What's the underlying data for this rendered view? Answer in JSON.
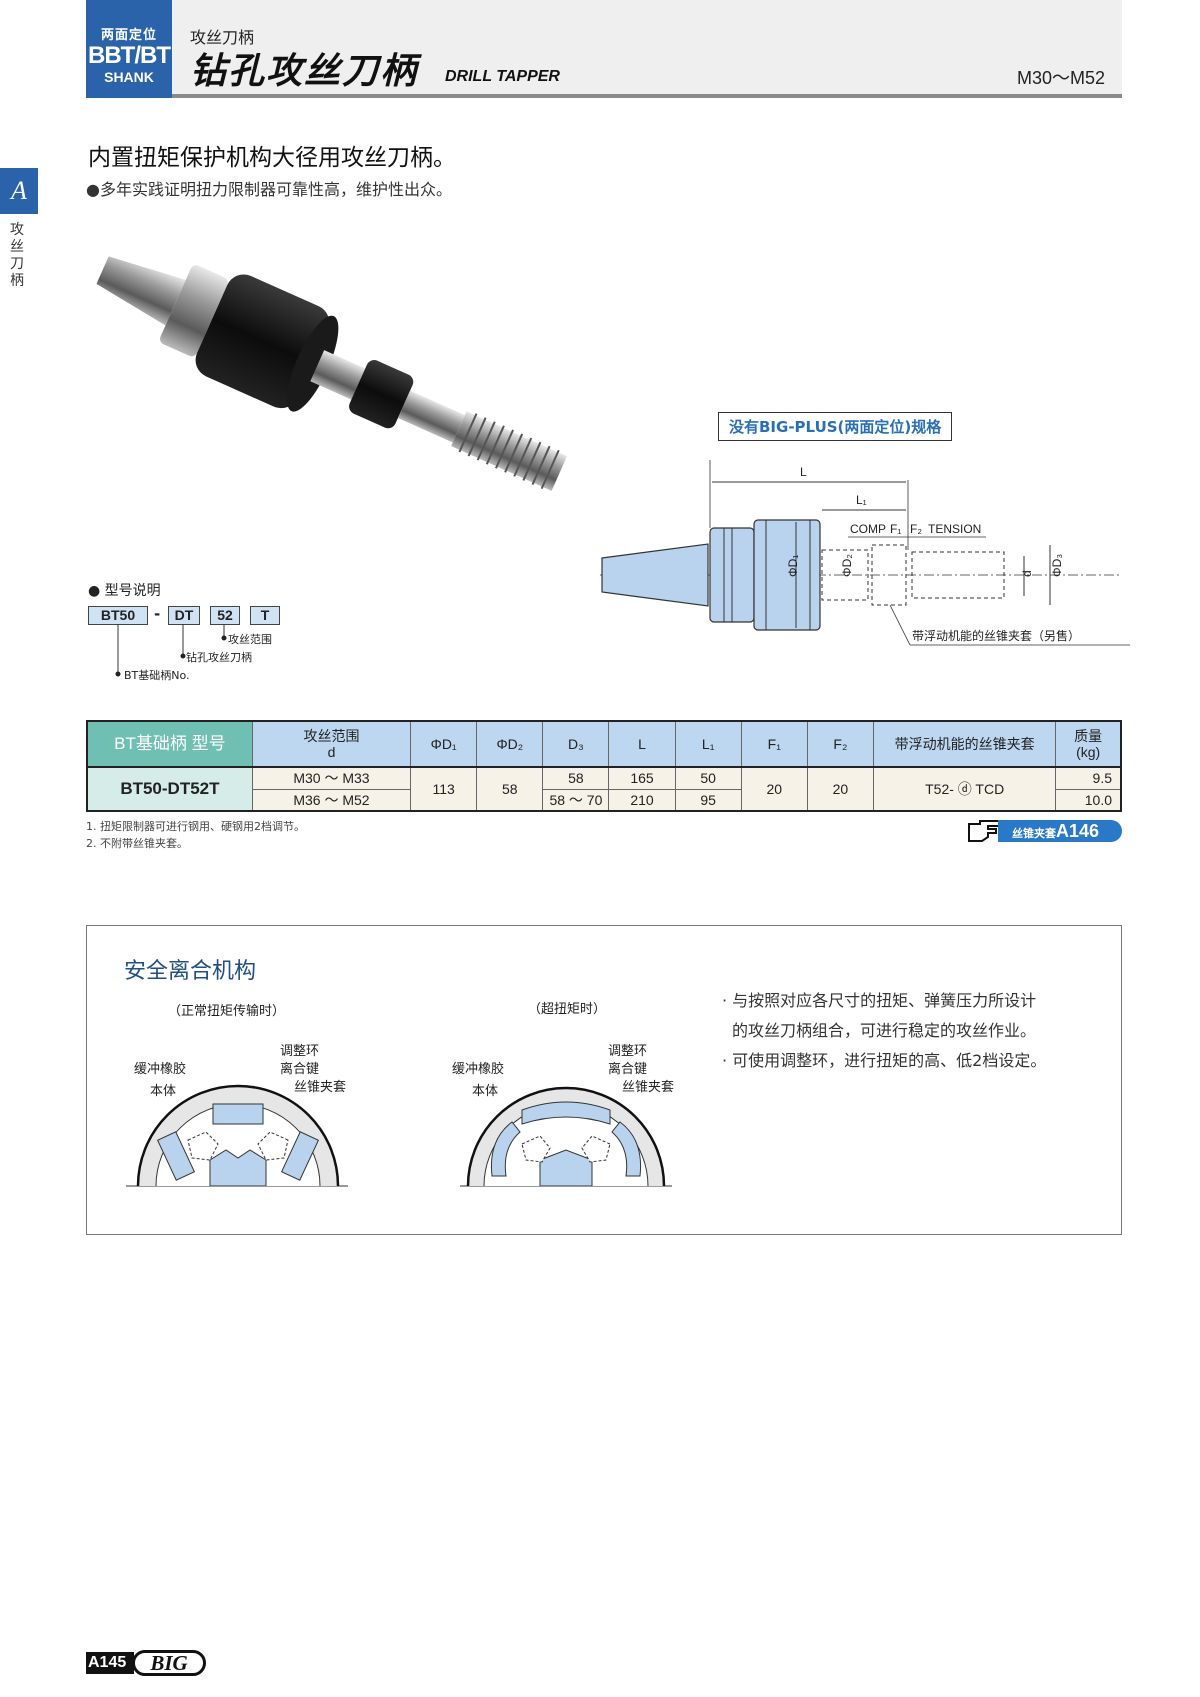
{
  "header": {
    "badge_line1": "两面定位",
    "badge_line2": "BBT/BT",
    "badge_line3": "SHANK",
    "category": "攻丝刀柄",
    "title_cn": "钻孔攻丝刀柄",
    "title_en": "DRILL TAPPER",
    "range": "M30～M52"
  },
  "side_tab": {
    "letter": "A",
    "label": "攻丝刀柄"
  },
  "intro": {
    "headline": "内置扭矩保护机构大径用攻丝刀柄。",
    "bullet": "●多年实践证明扭力限制器可靠性高，维护性出众。"
  },
  "product_photo": {
    "alt": "drill-tapper-holder-photo"
  },
  "diagram": {
    "caption": "没有BIG-PLUS(两面定位)规格",
    "labels": {
      "L": "L",
      "L1": "L₁",
      "comp": "COMP",
      "F1": "F₁",
      "F2": "F₂",
      "tension": "TENSION",
      "D1": "ΦD₁",
      "D2": "ΦD₂",
      "D3": "ΦD₃",
      "d": "d",
      "collet_note": "带浮动机能的丝锥夹套（另售）"
    }
  },
  "model_code": {
    "title": "● 型号说明",
    "parts": [
      "BT50",
      "DT",
      "52",
      "T"
    ],
    "dash": "-",
    "explanations": {
      "range": "攻丝范围",
      "type": "钻孔攻丝刀柄",
      "base": "BT基础柄No."
    }
  },
  "spec_table": {
    "headers": {
      "model": "BT基础柄 型号",
      "range": "攻丝范围",
      "range_sub": "d",
      "D1": "ΦD₁",
      "D2": "ΦD₂",
      "D3": "D₃",
      "L": "L",
      "L1": "L₁",
      "F1": "F₁",
      "F2": "F₂",
      "collet": "带浮动机能的丝锥夹套",
      "mass": "质量",
      "mass_unit": "(kg)"
    },
    "model": "BT50-DT52T",
    "D1": "113",
    "D2": "58",
    "F1": "20",
    "F2": "20",
    "collet": "T52- ⓓ TCD",
    "rows": [
      {
        "range": "M30 ～ M33",
        "D3": "58",
        "L": "165",
        "L1": "50",
        "mass": "9.5"
      },
      {
        "range": "M36 ～ M52",
        "D3": "58 ～ 70",
        "L": "210",
        "L1": "95",
        "mass": "10.0"
      }
    ],
    "notes": [
      "1. 扭矩限制器可进行钢用、硬钢用2档调节。",
      "2. 不附带丝锥夹套。"
    ]
  },
  "reference": {
    "label": "丝锥夹套",
    "page": "A146"
  },
  "safety": {
    "title": "安全离合机构",
    "caption_normal": "（正常扭矩传输时）",
    "caption_over": "（超扭矩时）",
    "labels": {
      "buffer_rubber": "缓冲橡胶",
      "body": "本体",
      "adjust_ring": "调整环",
      "clutch_key": "离合键",
      "tap_collet": "丝锥夹套"
    },
    "desc": [
      "· 与按照对应各尺寸的扭矩、弹簧压力所设计",
      "  的攻丝刀柄组合，可进行稳定的攻丝作业。",
      "· 可使用调整环，进行扭矩的高、低2档设定。"
    ]
  },
  "footer": {
    "page": "A145",
    "brand": "BIG"
  },
  "colors": {
    "brand_blue": "#2a63a9",
    "header_teal": "#6fbfb2",
    "header_blue": "#bdd7f0",
    "cell_beige": "#f6f2e8",
    "diagram_blue": "#b9d3ef"
  }
}
